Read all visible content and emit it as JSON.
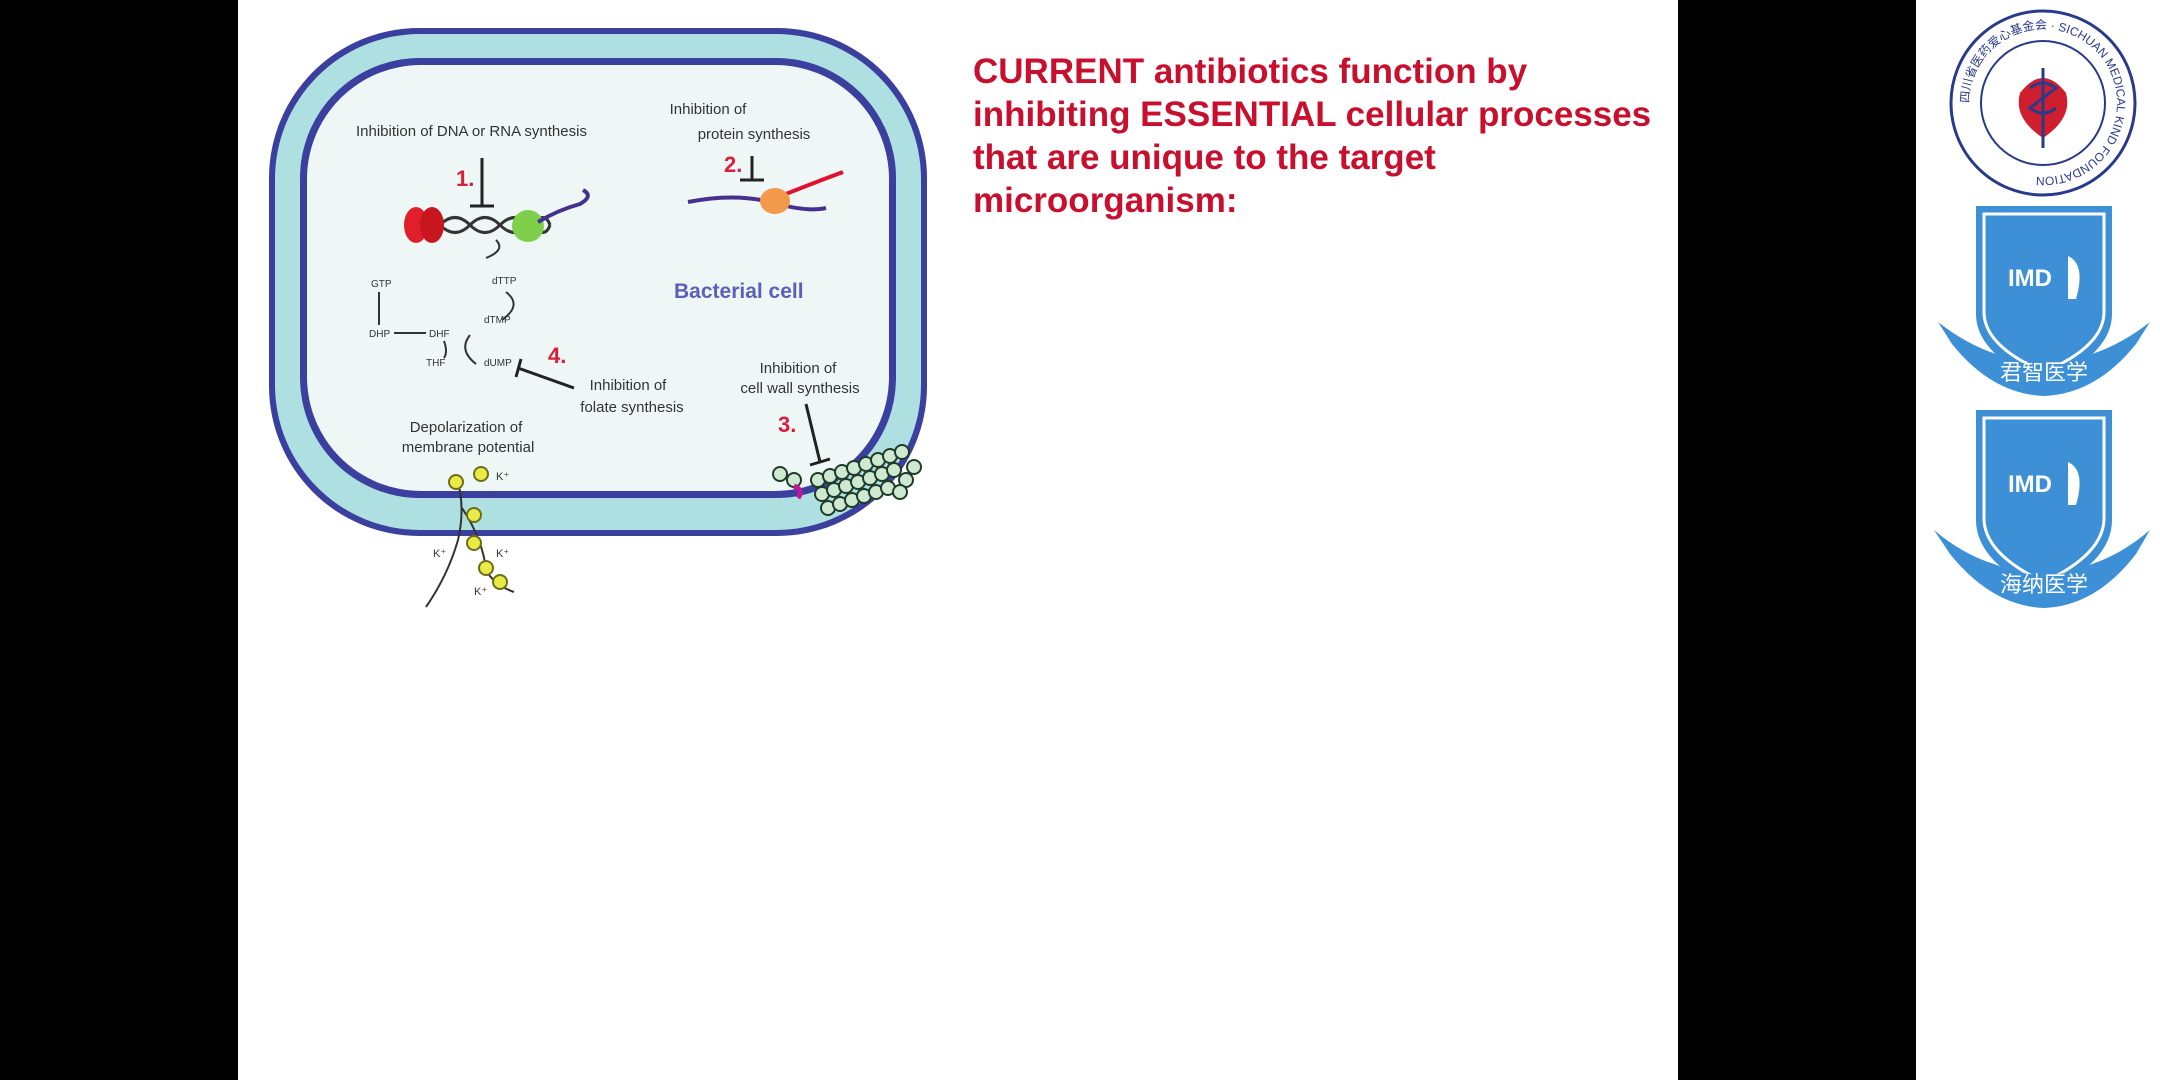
{
  "slide": {
    "heading": "CURRENT antibiotics function by inhibiting ESSENTIAL cellular processes that are unique to the target microorganism:"
  },
  "diagram": {
    "cell_label": "Bacterial cell",
    "mech1": {
      "number": "1.",
      "label": "Inhibition of DNA or RNA synthesis"
    },
    "mech2": {
      "number": "2.",
      "label_line1": "Inhibition of",
      "label_line2": "protein synthesis"
    },
    "mech3": {
      "number": "3.",
      "label_line1": "Inhibition of",
      "label_line2": "cell wall synthesis"
    },
    "mech4": {
      "number": "4.",
      "label_line1": "Inhibition of",
      "label_line2": "folate synthesis"
    },
    "membrane": {
      "label_line1": "Depolarization of",
      "label_line2": "membrane potential",
      "ion": "K⁺"
    },
    "folate": {
      "gtp": "GTP",
      "dhp": "DHP",
      "dhf": "DHF",
      "thf": "THF",
      "dttp": "dTTP",
      "dtmp": "dTMP",
      "dump": "dUMP"
    }
  },
  "logos": {
    "foundation_text": "四川省医药爱心基金会 · SICHUAN MEDICAL KIND FOUNDATION",
    "badge1_abbr": "IMD",
    "badge1_text": "君智医学",
    "badge2_abbr": "IMD",
    "badge2_text": "海纳医学"
  },
  "colors": {
    "heading": "#c8102e",
    "membrane_outer": "#3b3f9e",
    "cytoplasm": "#eef7f6",
    "periplasm": "#aee0e2",
    "badge_blue": "#3d8fd6",
    "number_red": "#d81e3a"
  }
}
